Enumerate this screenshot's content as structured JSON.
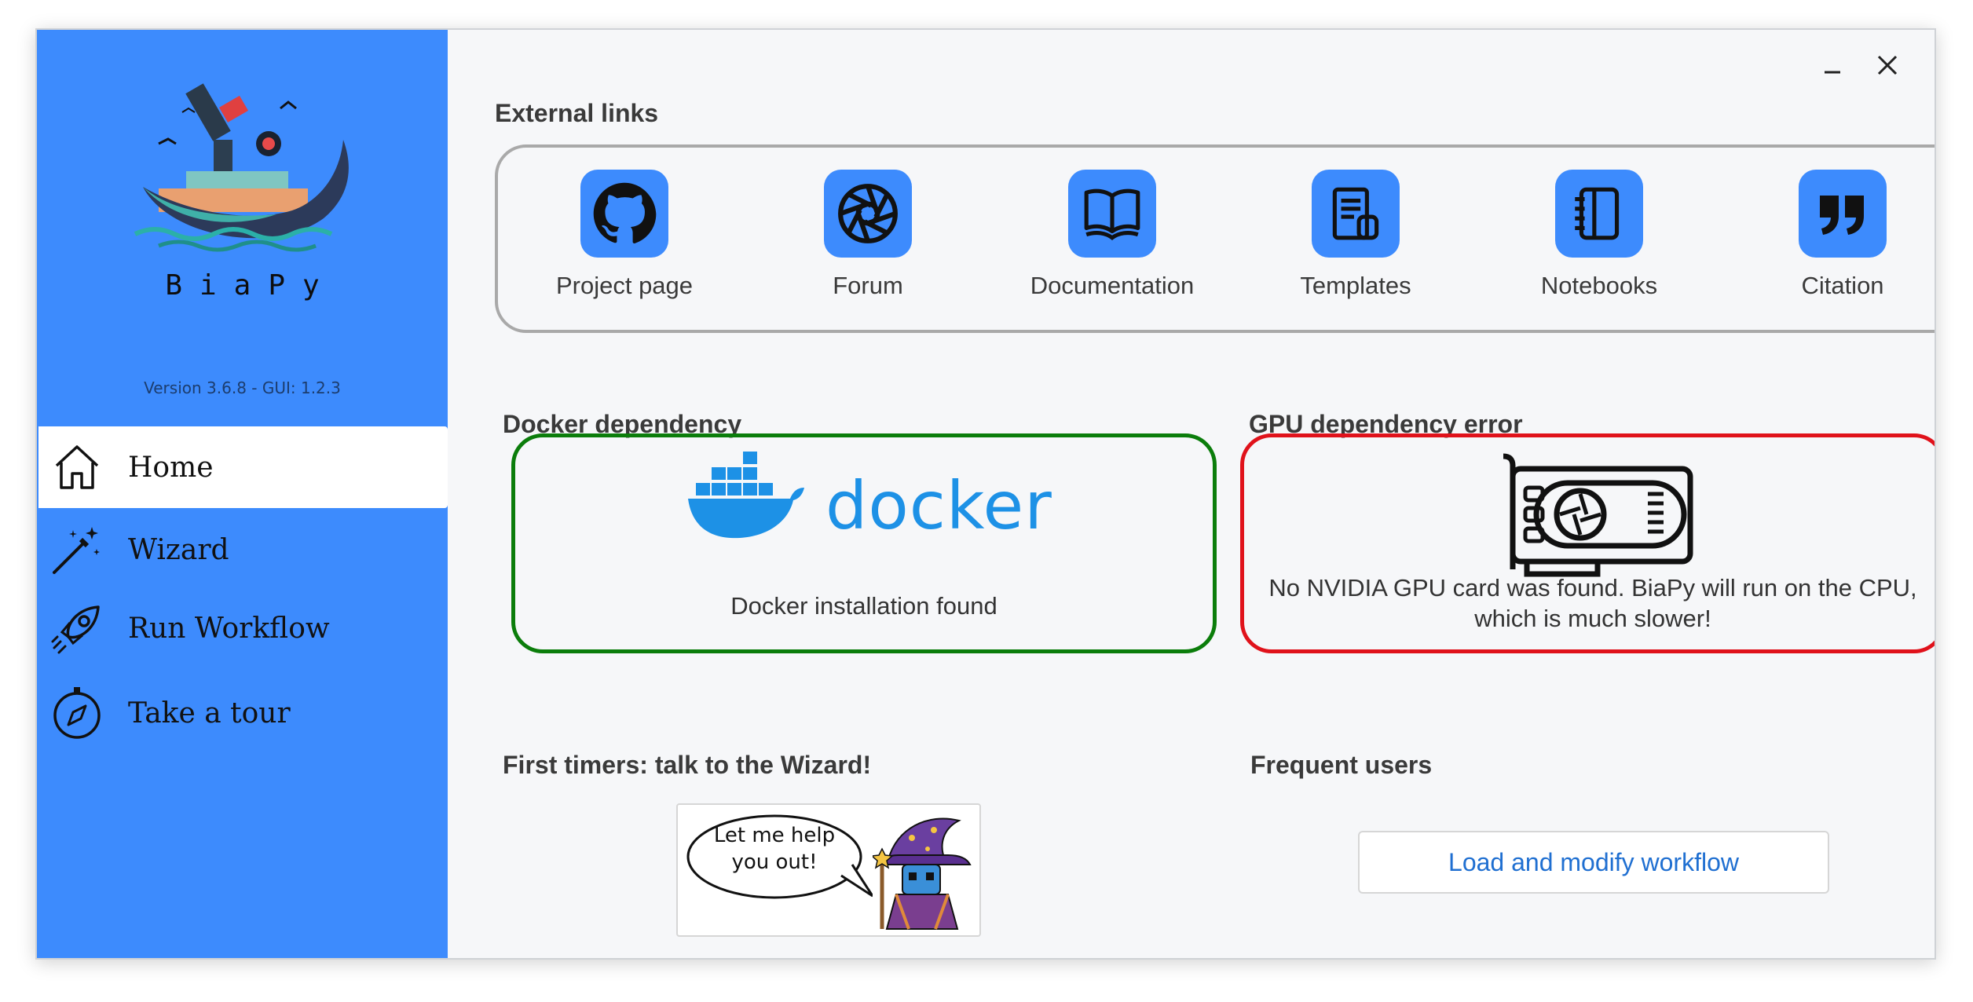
{
  "app": {
    "brand": "BiaPy",
    "version": "Version 3.6.8 - GUI: 1.2.3"
  },
  "sidebar": {
    "items": [
      {
        "label": "Home",
        "icon": "home-icon",
        "active": true
      },
      {
        "label": "Wizard",
        "icon": "magic-wand-icon",
        "active": false
      },
      {
        "label": "Run Workflow",
        "icon": "rocket-icon",
        "active": false
      },
      {
        "label": "Take a tour",
        "icon": "compass-icon",
        "active": false
      }
    ]
  },
  "window": {
    "minimize_icon": "minimize-icon",
    "close_icon": "close-icon"
  },
  "external_links": {
    "title": "External links",
    "items": [
      {
        "label": "Project page",
        "icon": "github-icon"
      },
      {
        "label": "Forum",
        "icon": "forum-icon"
      },
      {
        "label": "Documentation",
        "icon": "book-icon"
      },
      {
        "label": "Templates",
        "icon": "templates-icon"
      },
      {
        "label": "Notebooks",
        "icon": "notebook-icon"
      },
      {
        "label": "Citation",
        "icon": "quote-icon"
      }
    ]
  },
  "docker": {
    "title": "Docker dependency",
    "logo_text": "docker",
    "status": "Docker installation found",
    "status_color": "#0b7d0b"
  },
  "gpu": {
    "title": "GPU dependency error",
    "status": "No NVIDIA GPU card was found. BiaPy will run on the CPU, which is much slower!",
    "status_color": "#e0121b"
  },
  "first_timers": {
    "title": "First timers: talk to the Wizard!",
    "bubble_line1": "Let me help",
    "bubble_line2": "you out!"
  },
  "frequent_users": {
    "title": "Frequent users",
    "button_label": "Load and modify workflow"
  },
  "colors": {
    "sidebar_bg": "#3d8bfd",
    "accent_link": "#1f6fd1",
    "docker_blue": "#1d91e6"
  }
}
